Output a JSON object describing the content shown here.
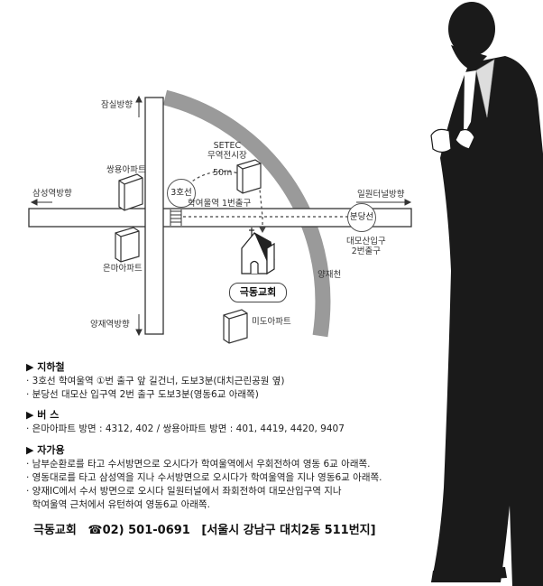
{
  "map": {
    "labels": {
      "jamsil": "잠실방향",
      "samsung": "삼성역방향",
      "yangjae_station": "양재역방향",
      "ilwon": "일원터널방향",
      "setec": "SETEC\n무역전시장",
      "ssangyong": "쌍용아파트",
      "eunma": "은마아파트",
      "mido": "미도아파트",
      "line3": "3호선",
      "bundang": "분당선",
      "exit1": "학여울역 1번출구",
      "daemo": "대모산입구\n2번출구",
      "distance": "50m",
      "yangjae_stream": "양재천",
      "church": "극동교회"
    }
  },
  "directions": {
    "subway": {
      "title": "▶ 지하철",
      "lines": [
        "· 3호선 학여울역 ①번 출구 앞 길건너, 도보3분(대치근린공원 옆)",
        "· 분당선 대모산 입구역 2번 출구 도보3분(영동6교 아래쪽)"
      ]
    },
    "bus": {
      "title": "▶ 버    스",
      "lines": [
        "· 은마아파트 방면 : 4312, 402 / 쌍용아파트 방면 : 401, 4419, 4420, 9407"
      ]
    },
    "car": {
      "title": "▶ 자가용",
      "lines": [
        "· 남부순환로를 타고 수서방면으로 오시다가 학여울역에서 우회전하여 영동 6교 아래쪽.",
        "· 영동대로를 타고 삼성역을 지나 수서방면으로 오시다가 학여울역을 지나 영동6교 아래쪽.",
        "· 양재IC에서 수서 방면으로 오시다 일원터널에서 좌회전하여 대모산입구역 지나",
        "  학여울역 근처에서 유턴하여 영동6교 아래쪽."
      ]
    }
  },
  "footer": {
    "name": "극동교회",
    "phone": "☎02) 501-0691",
    "address": "[서울시 강남구 대치2동 511번지]"
  },
  "colors": {
    "stream": "#9a9a9a",
    "road_border": "#333333",
    "figure": "#1a1a1a"
  }
}
